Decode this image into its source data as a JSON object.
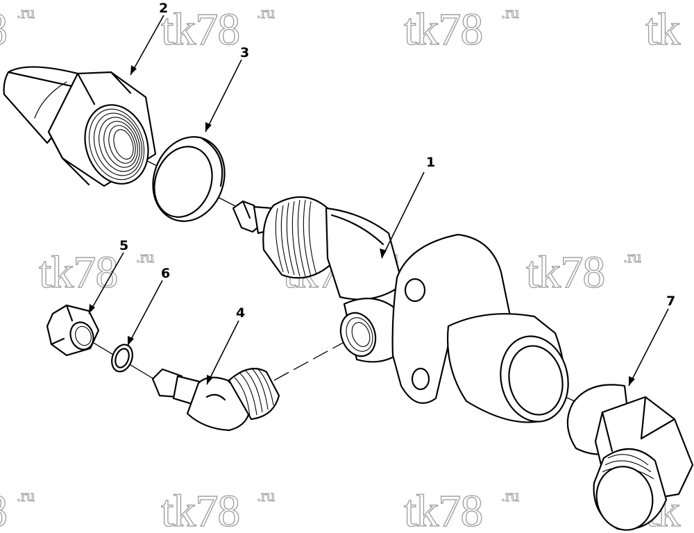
{
  "watermark": {
    "main": "tk78",
    "suffix": ".ru",
    "partial_left": "8",
    "partial_right": "tk"
  },
  "callouts": {
    "p1": "1",
    "p2": "2",
    "p3": "3",
    "p4": "4",
    "p5": "5",
    "p6": "6",
    "p7": "7"
  },
  "colors": {
    "line": "#000000",
    "watermark": "#9a9a9a",
    "background": "#ffffff"
  }
}
